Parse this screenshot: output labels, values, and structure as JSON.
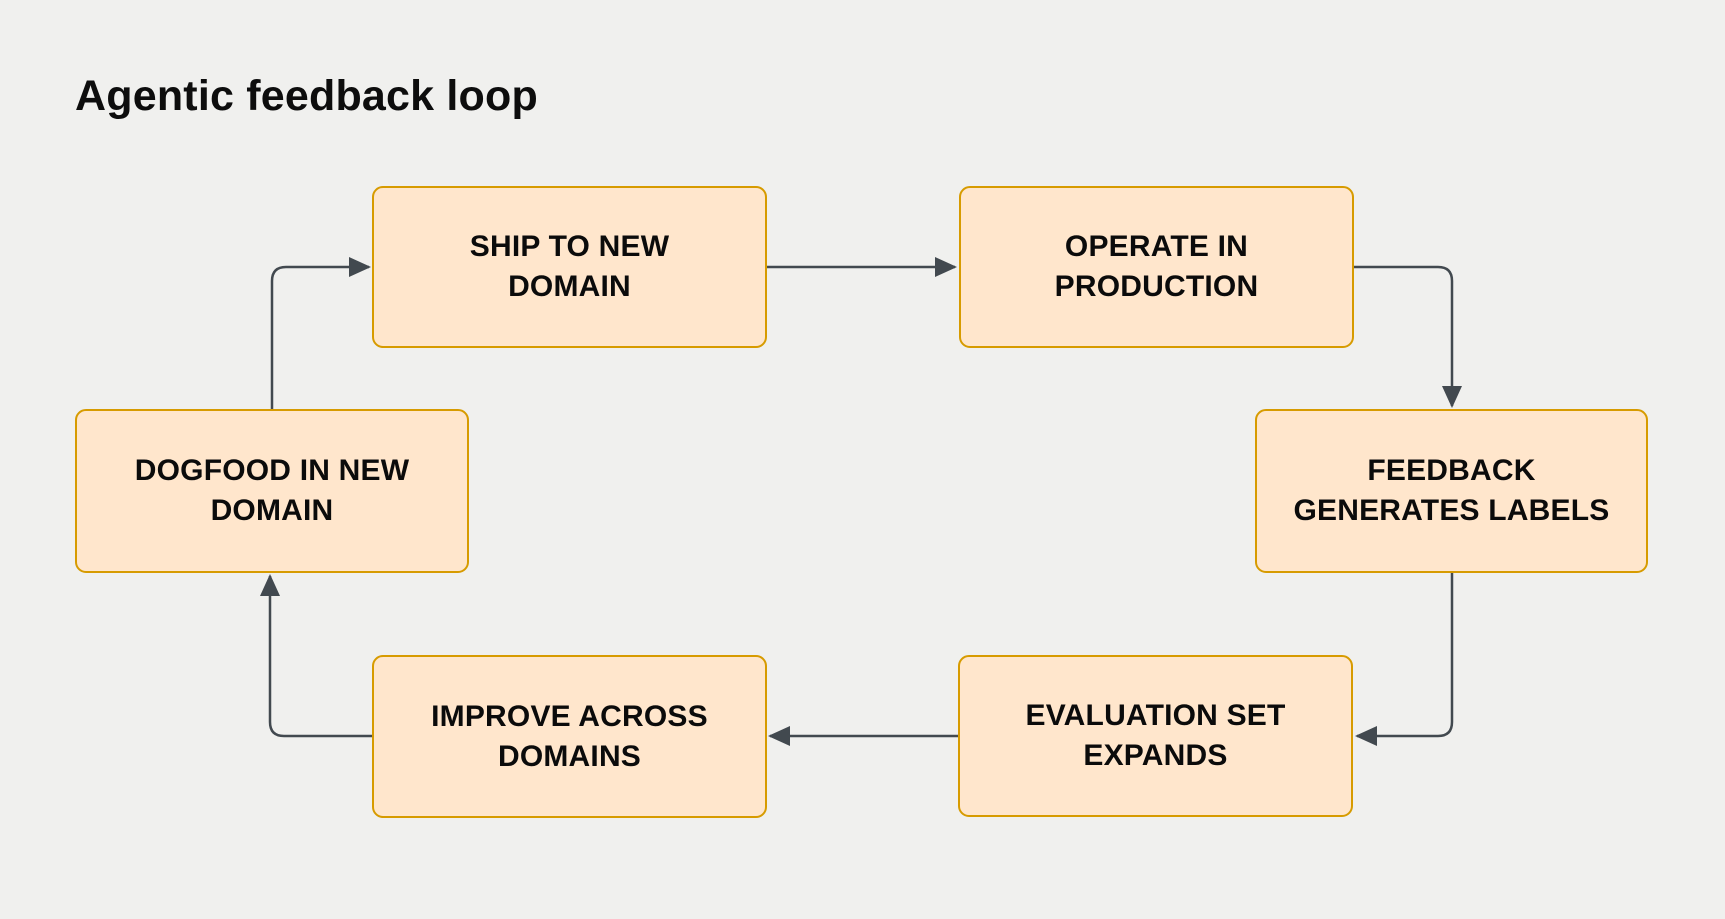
{
  "title": "Agentic feedback loop",
  "colors": {
    "background": "#f0f0ee",
    "node_fill": "#ffe6cc",
    "node_border": "#d79b00",
    "connector": "#42494f",
    "text": "#0b0b0b"
  },
  "diagram": {
    "type": "flowchart-cycle",
    "nodes": [
      {
        "id": "ship",
        "label": "SHIP TO NEW\nDOMAIN"
      },
      {
        "id": "operate",
        "label": "OPERATE IN\nPRODUCTION"
      },
      {
        "id": "feedback",
        "label": "FEEDBACK\nGENERATES LABELS"
      },
      {
        "id": "evaluation",
        "label": "EVALUATION SET\nEXPANDS"
      },
      {
        "id": "improve",
        "label": "IMPROVE ACROSS\nDOMAINS"
      },
      {
        "id": "dogfood",
        "label": "DOGFOOD IN NEW\nDOMAIN"
      }
    ],
    "edges": [
      {
        "from": "ship",
        "to": "operate"
      },
      {
        "from": "operate",
        "to": "feedback"
      },
      {
        "from": "feedback",
        "to": "evaluation"
      },
      {
        "from": "evaluation",
        "to": "improve"
      },
      {
        "from": "improve",
        "to": "dogfood"
      },
      {
        "from": "dogfood",
        "to": "ship"
      }
    ]
  }
}
